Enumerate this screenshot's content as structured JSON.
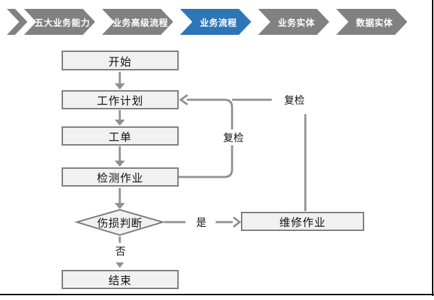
{
  "breadcrumb": {
    "items": [
      {
        "label": "五大业务能力",
        "active": false
      },
      {
        "label": "业务高级流程",
        "active": false
      },
      {
        "label": "业务流程",
        "active": true
      },
      {
        "label": "业务实体",
        "active": false
      },
      {
        "label": "数据实体",
        "active": false
      }
    ],
    "colors": {
      "inactive": "#818181",
      "active": "#2E75B6",
      "text": "#ffffff"
    }
  },
  "flowchart": {
    "nodes": {
      "start": "开始",
      "plan": "工作计划",
      "order": "工单",
      "inspect": "检测作业",
      "decision": "伤损判断",
      "end": "结束",
      "repair": "维修作业"
    },
    "edge_labels": {
      "recheck_right": "复检",
      "recheck_left": "复检",
      "yes": "是",
      "no": "否"
    },
    "colors": {
      "box_fill": "#F1F1F1",
      "box_border": "#7A7A7A",
      "connector": "#909090",
      "text": "#111111"
    }
  }
}
